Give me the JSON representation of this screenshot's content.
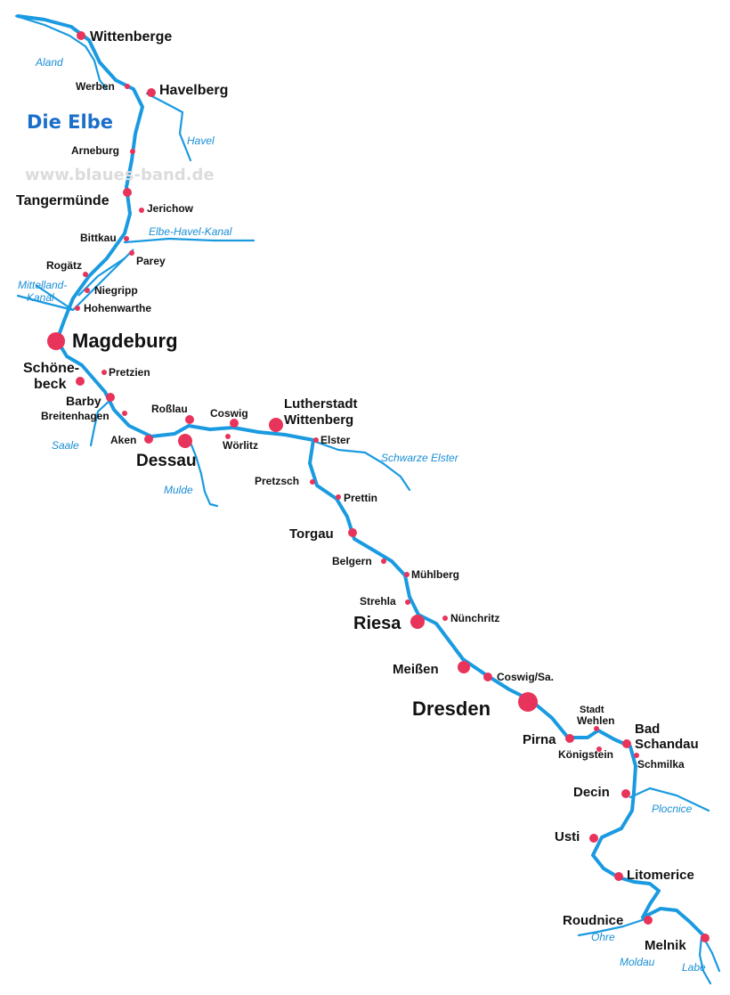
{
  "map": {
    "title": "Die Elbe",
    "website": "www.blaues-band.de",
    "colors": {
      "river_main": "#1a9ae0",
      "river_trib": "#1a9ae0",
      "city_dot": "#e8335a",
      "label_text": "#111111",
      "river_label": "#1a8fd6",
      "title": "#1a6fc9",
      "website": "#dcdcdc"
    },
    "cities": [
      {
        "name": "Wittenberge",
        "size": "medium"
      },
      {
        "name": "Werben",
        "size": "small"
      },
      {
        "name": "Havelberg",
        "size": "medium"
      },
      {
        "name": "Arneburg",
        "size": "small"
      },
      {
        "name": "Tangermünde",
        "size": "medium"
      },
      {
        "name": "Jerichow",
        "size": "small"
      },
      {
        "name": "Bittkau",
        "size": "small"
      },
      {
        "name": "Parey",
        "size": "small"
      },
      {
        "name": "Rogätz",
        "size": "small"
      },
      {
        "name": "Niegripp",
        "size": "small"
      },
      {
        "name": "Hohenwarthe",
        "size": "small"
      },
      {
        "name": "Magdeburg",
        "size": "large"
      },
      {
        "name": "Pretzien",
        "size": "small"
      },
      {
        "name": "Schöne-",
        "size": "medium"
      },
      {
        "name": "beck",
        "size": "medium"
      },
      {
        "name": "Barby",
        "size": "medium"
      },
      {
        "name": "Breitenhagen",
        "size": "small"
      },
      {
        "name": "Roßlau",
        "size": "small"
      },
      {
        "name": "Coswig",
        "size": "small"
      },
      {
        "name": "Lutherstadt",
        "size": "medium"
      },
      {
        "name": "Wittenberg",
        "size": "medium"
      },
      {
        "name": "Aken",
        "size": "small"
      },
      {
        "name": "Dessau",
        "size": "large-mid"
      },
      {
        "name": "Wörlitz",
        "size": "small"
      },
      {
        "name": "Elster",
        "size": "small"
      },
      {
        "name": "Pretzsch",
        "size": "small"
      },
      {
        "name": "Prettin",
        "size": "small"
      },
      {
        "name": "Torgau",
        "size": "medium"
      },
      {
        "name": "Belgern",
        "size": "small"
      },
      {
        "name": "Mühlberg",
        "size": "small"
      },
      {
        "name": "Strehla",
        "size": "small"
      },
      {
        "name": "Nünchritz",
        "size": "small"
      },
      {
        "name": "Riesa",
        "size": "large-mid"
      },
      {
        "name": "Meißen",
        "size": "medium"
      },
      {
        "name": "Coswig/Sa.",
        "size": "small"
      },
      {
        "name": "Dresden",
        "size": "large"
      },
      {
        "name": "Stadt",
        "size": "small"
      },
      {
        "name": "Wehlen",
        "size": "small"
      },
      {
        "name": "Pirna",
        "size": "medium"
      },
      {
        "name": "Bad",
        "size": "medium"
      },
      {
        "name": "Schandau",
        "size": "medium"
      },
      {
        "name": "Königstein",
        "size": "small"
      },
      {
        "name": "Schmilka",
        "size": "small"
      },
      {
        "name": "Decin",
        "size": "medium"
      },
      {
        "name": "Usti",
        "size": "medium"
      },
      {
        "name": "Litomerice",
        "size": "medium"
      },
      {
        "name": "Roudnice",
        "size": "medium"
      },
      {
        "name": "Melnik",
        "size": "medium"
      }
    ],
    "rivers": [
      {
        "name": "Aland"
      },
      {
        "name": "Havel"
      },
      {
        "name": "Elbe-Havel-Kanal"
      },
      {
        "name": "Mittelland-"
      },
      {
        "name": "Kanal"
      },
      {
        "name": "Saale"
      },
      {
        "name": "Mulde"
      },
      {
        "name": "Schwarze Elster"
      },
      {
        "name": "Plocnice"
      },
      {
        "name": "Ohre"
      },
      {
        "name": "Moldau"
      },
      {
        "name": "Labe"
      }
    ]
  }
}
